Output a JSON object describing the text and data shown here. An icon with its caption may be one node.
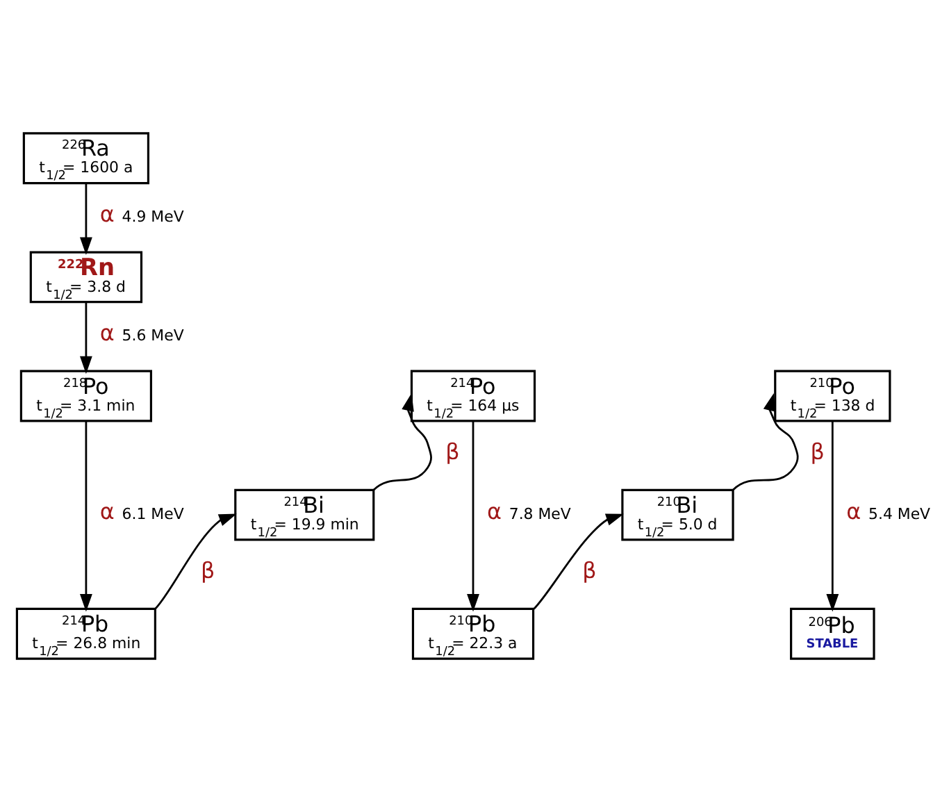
{
  "diagram": {
    "nodes": [
      {
        "text": [
          "$^{226}$Ra",
          "t$_{1/2}$= 1600 a"
        ]
      },
      {
        "text": [
          "$^{222}$Rn",
          "t$_{1/2}$= 3.8 d"
        ]
      },
      {
        "text": [
          "$^{218}$Po",
          "t$_{1/2}$= 3.1 min"
        ]
      },
      {
        "text": [
          "$^{214}$Po",
          "t$_{1/2}$= 164 µs"
        ]
      },
      {
        "text": [
          "$^{210}$Po",
          "t$_{1/2}$= 138 d"
        ]
      },
      {
        "text": [
          "$^{214}$Bi",
          "t$_{1/2}$= 19.9 min"
        ]
      },
      {
        "text": [
          "$^{210}$Bi",
          "t$_{1/2}$= 5.0 d"
        ]
      },
      {
        "text": [
          "$^{214}$Pb",
          "t$_{1/2}$= 26.8 min"
        ]
      },
      {
        "text": [
          "$^{210}$Pb",
          "t$_{1/2}$= 22.3 a"
        ]
      },
      {
        "text": [
          "$^{206}$Pb",
          "STABLE"
        ]
      }
    ],
    "edges": [
      {
        "from": 0,
        "to": 1,
        "arrow": "to",
        "label": "α 4.9 MeV"
      },
      {
        "from": 1,
        "to": 2,
        "arrow": "to",
        "label": "α 5.6 MeV"
      },
      {
        "from": 2,
        "to": 7,
        "arrow": "to",
        "label": "α 6.1 MeV"
      },
      {
        "from": 7,
        "to": 5,
        "arrow": "to",
        "label": "β"
      },
      {
        "from": 5,
        "to": 3,
        "arrow": "to",
        "label": "β"
      },
      {
        "from": 3,
        "to": 8,
        "arrow": "to",
        "label": "α 7.8 MeV"
      },
      {
        "from": 8,
        "to": 6,
        "arrow": "to",
        "label": "β"
      },
      {
        "from": 6,
        "to": 4,
        "arrow": "to",
        "label": "β"
      },
      {
        "from": 4,
        "to": 9,
        "arrow": "to",
        "label": "α 5.4 MeV"
      }
    ]
  }
}
